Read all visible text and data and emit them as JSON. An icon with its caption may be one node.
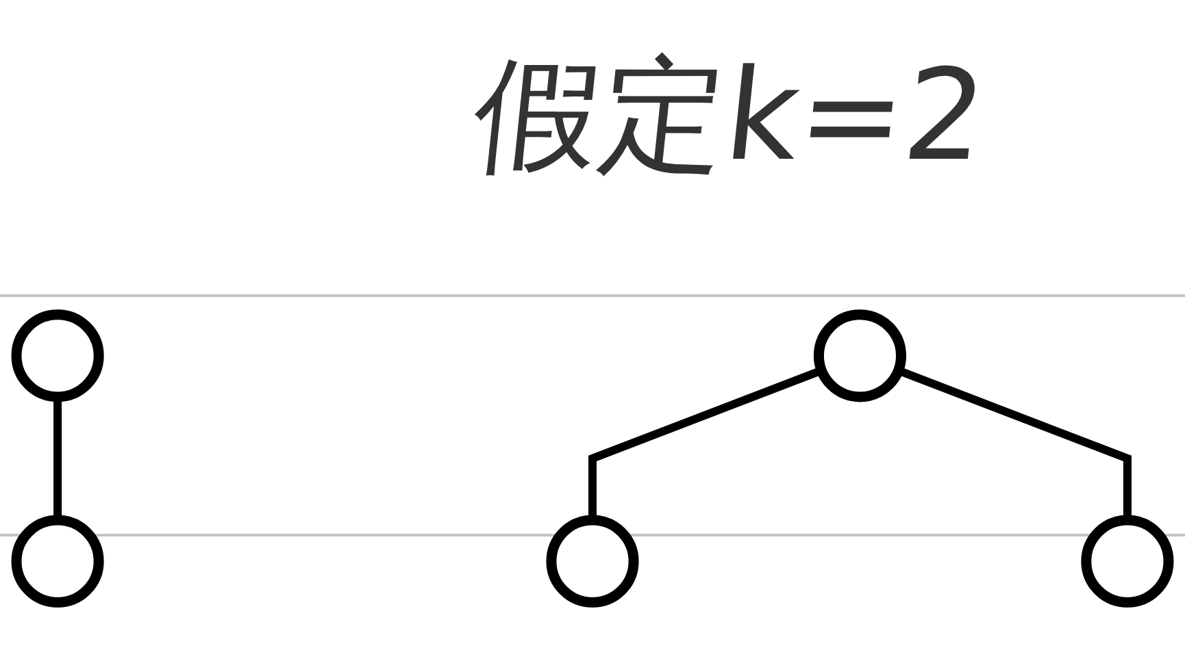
{
  "diagram": {
    "title": "假定k=2",
    "nodes": [
      {
        "text": [],
        "shape": "circle"
      },
      {
        "text": [],
        "shape": "circle"
      },
      {
        "text": [],
        "shape": "circle"
      },
      {
        "text": [],
        "shape": "circle"
      },
      {
        "text": [],
        "shape": "circle"
      }
    ],
    "edges": [
      {
        "from": 0,
        "to": 1,
        "arrow": "none"
      },
      {
        "from": 2,
        "to": 3,
        "arrow": "none"
      },
      {
        "from": 2,
        "to": 4,
        "arrow": "none"
      }
    ]
  }
}
